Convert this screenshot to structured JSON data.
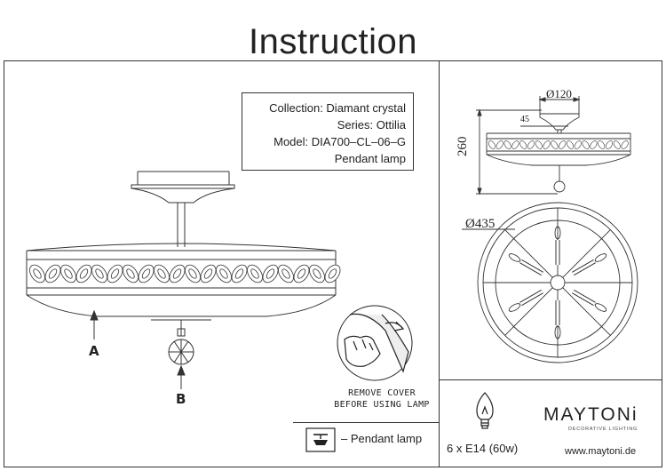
{
  "page": {
    "title": "Instruction"
  },
  "info": {
    "collection": "Collection: Diamant crystal",
    "series": "Series: Ottilia",
    "model": "Model: DIA700–CL–06–G",
    "type": "Pendant lamp"
  },
  "labels": {
    "a": "A",
    "b": "B"
  },
  "notice": {
    "line1": "REMOVE COVER",
    "line2": "BEFORE USING LAMP"
  },
  "legend": {
    "pendant": "– Pendant lamp"
  },
  "bulb": {
    "spec": "6 x E14 (60w)"
  },
  "dimensions": {
    "top_diameter": "Ø120",
    "canopy_height": "45",
    "height": "260",
    "diameter": "Ø435"
  },
  "brand": {
    "name": "MAYTONi",
    "tagline": "DECORATIVE LIGHTING",
    "website": "www.maytoni.de"
  },
  "icons": {
    "bulb": "bulb-icon",
    "pendant": "pendant-lamp-icon",
    "hand": "remove-cover-hand-icon"
  }
}
